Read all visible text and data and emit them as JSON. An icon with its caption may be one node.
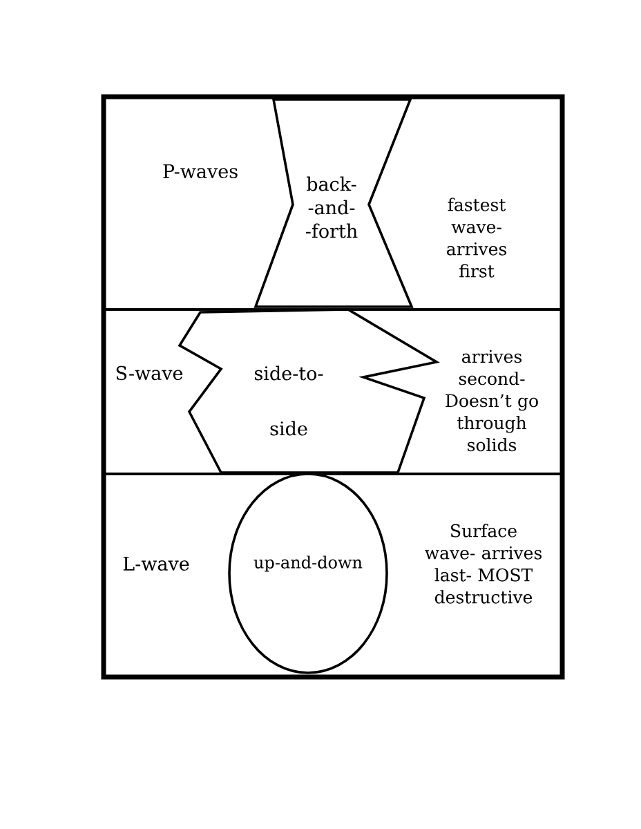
{
  "diagram": {
    "nodes": [
      {
        "text": [
          "P-waves",
          "fastest wave- arrives first"
        ]
      },
      {
        "text": [
          "back- -and- -forth"
        ],
        "in": 0
      },
      {
        "text": [
          "S-wave",
          "arrives second- Doesn’t go through solids"
        ]
      },
      {
        "text": [
          "side-to- side"
        ],
        "in": 2
      },
      {
        "text": [
          "L-wave",
          "Surface wave- arrives last- MOST destructive"
        ]
      },
      {
        "text": [
          "up-and-down"
        ],
        "in": 4
      }
    ]
  }
}
